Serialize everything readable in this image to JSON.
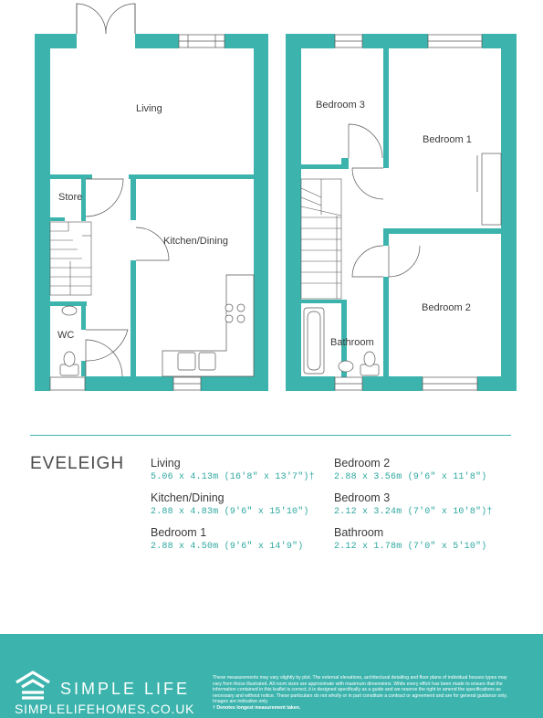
{
  "plan": {
    "ground_floor": {
      "rooms": {
        "living": "Living",
        "store": "Store",
        "kitchen": "Kitchen/Dining",
        "wc": "WC"
      }
    },
    "first_floor": {
      "rooms": {
        "bedroom3": "Bedroom 3",
        "bedroom1": "Bedroom 1",
        "bedroom2": "Bedroom 2",
        "bathroom": "Bathroom"
      }
    },
    "colors": {
      "wall": "#3cb4ad",
      "fixture": "#555555"
    }
  },
  "property": {
    "name": "EVELEIGH",
    "dimensions": [
      {
        "room": "Living",
        "value": "5.06 x 4.13m (16'8\" x 13'7\")†"
      },
      {
        "room": "Kitchen/Dining",
        "value": "2.88 x 4.83m (9'6\" x 15'10\")"
      },
      {
        "room": "Bedroom 1",
        "value": "2.88 x 4.50m (9'6\" x 14'9\")"
      },
      {
        "room": "Bedroom 2",
        "value": "2.88 x 3.56m (9'6\" x 11'8\")"
      },
      {
        "room": "Bedroom 3",
        "value": "2.12 x 3.24m (7'0\" x 10'8\")†"
      },
      {
        "room": "Bathroom",
        "value": "2.12 x 1.78m (7'0\" x 5'10\")"
      }
    ]
  },
  "footer": {
    "brand": "SIMPLE LIFE",
    "url": "SIMPLELIFEHOMES.CO.UK",
    "logo_icon": "house-roof-icon",
    "disclaimer": "These measurements may vary slightly by plot. The external elevations, architectural detailing and floor plans of individual houses types may vary from those illustrated. All room sizes are approximate with maximum dimensions. While every effort has been made to ensure that the information contained in this leaflet is correct, it is designed specifically as a guide and we reserve the right to amend the specifications as necessary and without notice. These particulars do not wholly or in part constitute a contract or agreement and are for general guidance only. Images are indicative only.",
    "disclaimer_note": "† Denotes longest measurement taken.",
    "background": "#3cb4ad"
  }
}
